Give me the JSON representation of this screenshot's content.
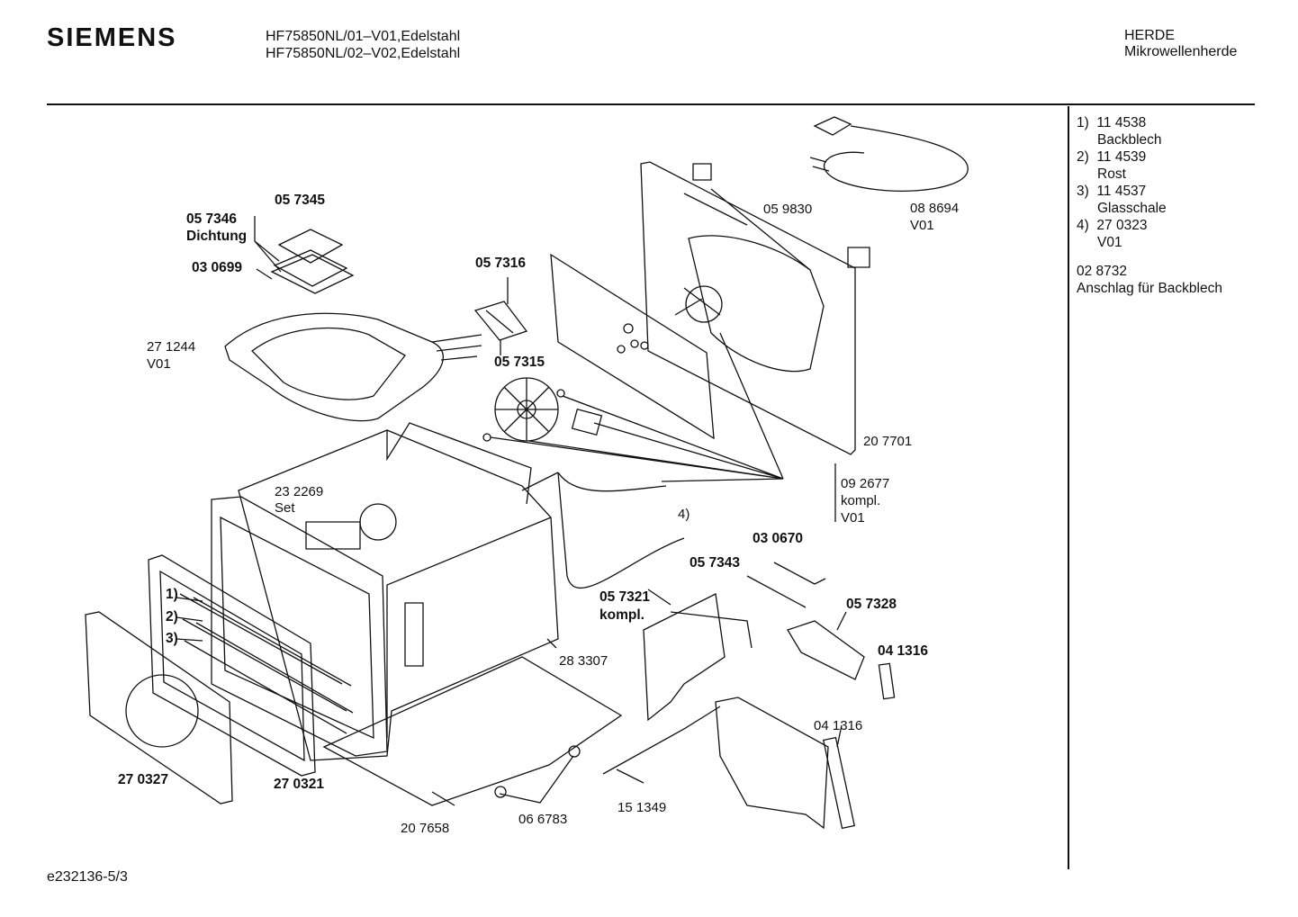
{
  "header": {
    "brand": "SIEMENS",
    "model_lines": [
      "HF75850NL/01–V01,Edelstahl",
      "HF75850NL/02–V02,Edelstahl"
    ],
    "category_lines": [
      "HERDE",
      "Mikrowellenherde"
    ]
  },
  "parts": {
    "p057345": "05 7345",
    "p057346": "05 7346",
    "dichtung": "Dichtung",
    "p030699": "03 0699",
    "p057316": "05 7316",
    "p057315": "05 7315",
    "p271244": "27 1244",
    "v01_a": "V01",
    "p059830": "05 9830",
    "p088694": "08 8694",
    "v01_b": "V01",
    "p207701": "20 7701",
    "p092677": "09 2677",
    "kompl_a": "kompl.",
    "v01_c": "V01",
    "p232269": "23 2269",
    "set": "Set",
    "ref4": "4)",
    "p030670": "03 0670",
    "p057343": "05 7343",
    "p057321": "05 7321",
    "kompl_b": "kompl.",
    "p057328": "05 7328",
    "p041316_bold": "04 1316",
    "p041316": "04 1316",
    "p283307": "28 3307",
    "ref1": "1)",
    "ref2": "2)",
    "ref3": "3)",
    "p270327": "27 0327",
    "p270321": "27 0321",
    "p207658": "20 7658",
    "p066783": "06 6783",
    "p151349": "15 1349"
  },
  "sidebar": {
    "items": [
      {
        "num": "1)",
        "code": "11 4538",
        "name": "Backblech"
      },
      {
        "num": "2)",
        "code": "11 4539",
        "name": "Rost"
      },
      {
        "num": "3)",
        "code": "11 4537",
        "name": "Glasschale"
      },
      {
        "num": "4)",
        "code": "27 0323",
        "name": "V01"
      }
    ],
    "extra_code": "02 8732",
    "extra_name": "Anschlag für Backblech"
  },
  "footer": {
    "code": "e232136-5/3"
  }
}
